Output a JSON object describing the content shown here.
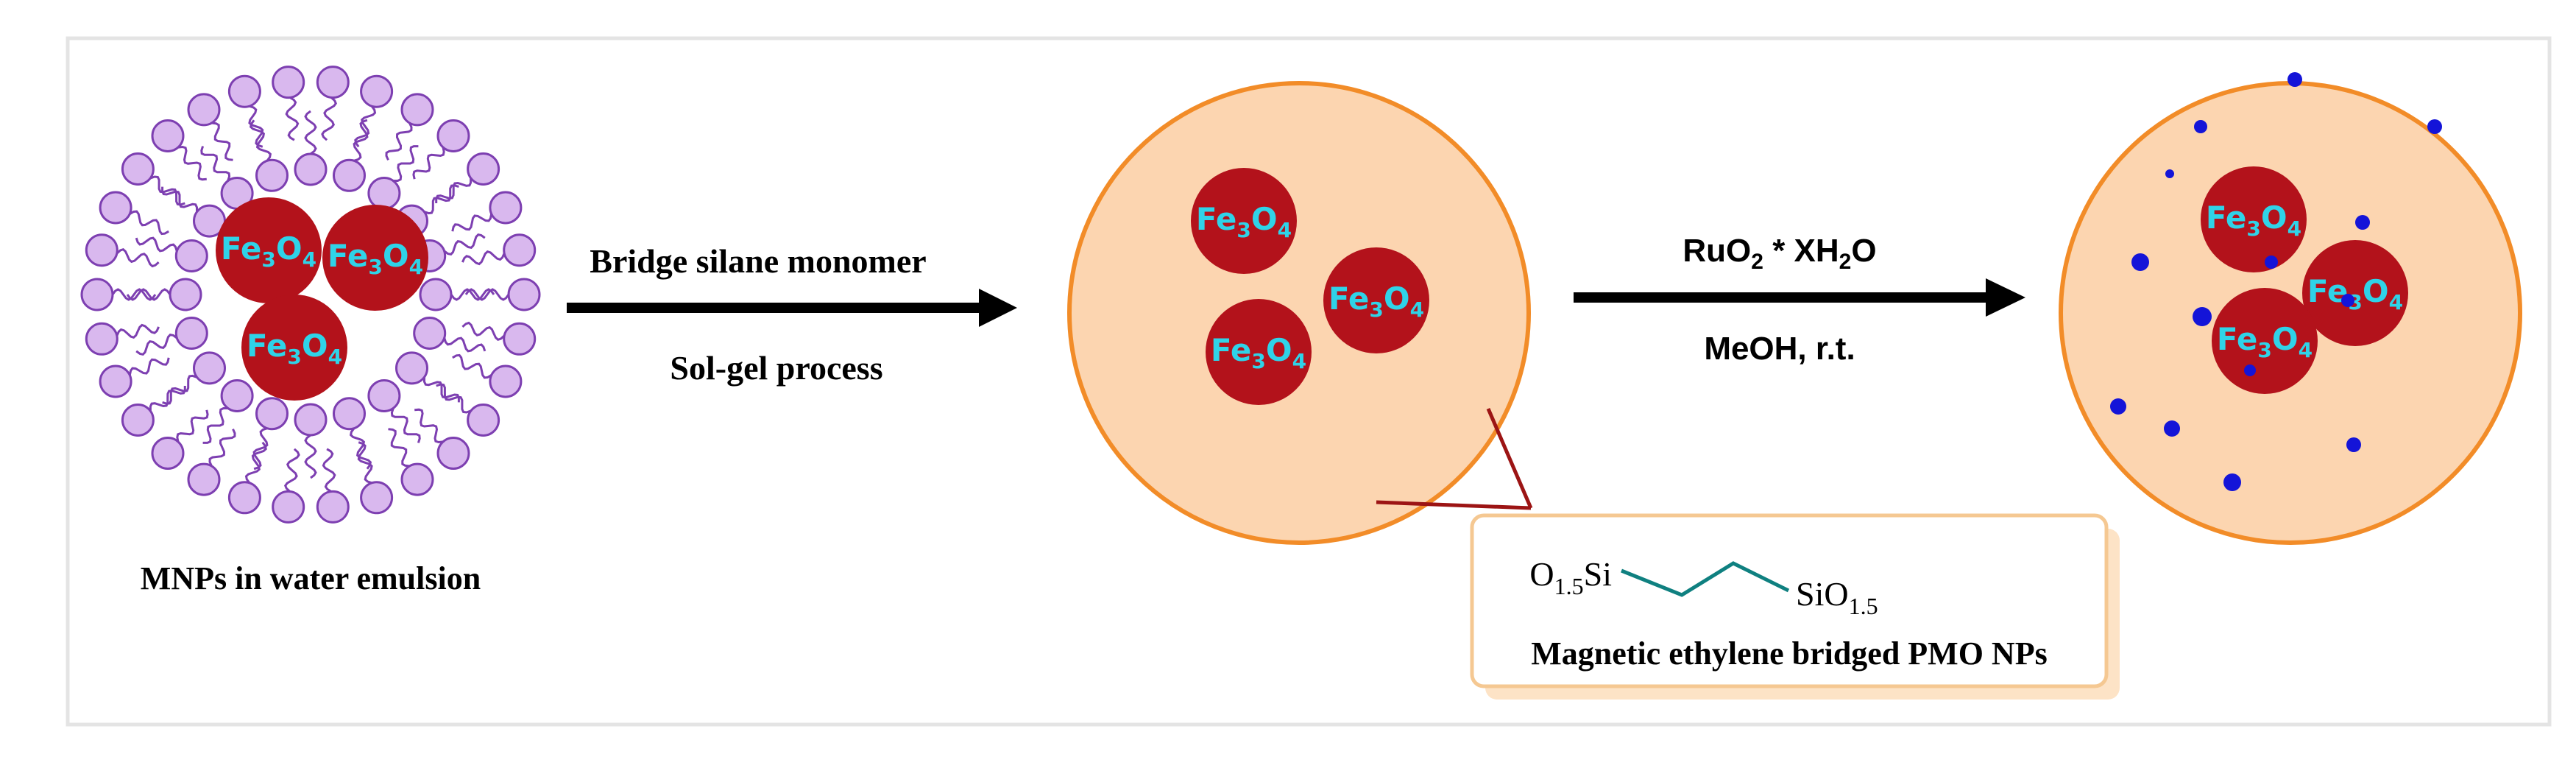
{
  "stage1": {
    "caption": "MNPs in water emulsion",
    "cores": [
      "Fe3O4",
      "Fe3O4",
      "Fe3O4"
    ]
  },
  "arrow1": {
    "top_label": "Bridge silane monomer",
    "bottom_label": "Sol-gel process"
  },
  "stage2": {
    "cores": [
      "Fe3O4",
      "Fe3O4",
      "Fe3O4"
    ]
  },
  "inset": {
    "left_group": "O1.5Si",
    "right_group": "SiO1.5",
    "caption": "Magnetic ethylene bridged PMO NPs"
  },
  "arrow2": {
    "top_label": "RuO2 * XH2O",
    "bottom_label": "MeOH, r.t."
  },
  "stage3": {
    "cores": [
      "Fe3O4",
      "Fe3O4",
      "Fe3O4"
    ]
  },
  "colors": {
    "shell_fill": "#fcd5b0",
    "shell_stroke": "#f28c28",
    "core_fill": "#b3121b",
    "core_text": "#2fd3e8",
    "lipid_head": "#d9b8ee",
    "lipid_stroke": "#7d3fb1",
    "ru_dot": "#1414d8",
    "linker": "#0f8080",
    "frame": "#e4e4e4"
  }
}
